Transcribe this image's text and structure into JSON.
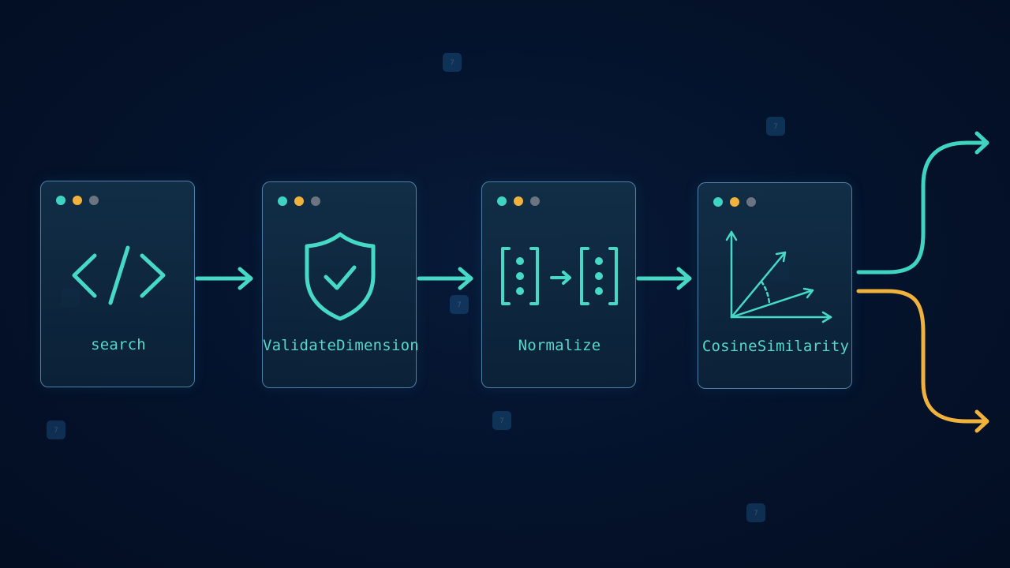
{
  "colors": {
    "accent": "#46d9c6",
    "branch_top": "#3fd4c2",
    "branch_bottom": "#f0b23c",
    "dot_teal": "#3fd4c2",
    "dot_amber": "#f0b23c",
    "dot_gray": "#6b7480",
    "card_border": "#4f7fa8",
    "background": "#04122b"
  },
  "nodes": [
    {
      "id": "search",
      "label": "search",
      "icon": "code-brackets-icon"
    },
    {
      "id": "validate",
      "label": "ValidateDimension",
      "icon": "shield-check-icon"
    },
    {
      "id": "normalize",
      "label": "Normalize",
      "icon": "vector-normalize-icon"
    },
    {
      "id": "cosine",
      "label": "CosineSimilarity",
      "icon": "vector-angle-icon"
    }
  ],
  "edges": [
    {
      "from": "search",
      "to": "validate"
    },
    {
      "from": "validate",
      "to": "normalize"
    },
    {
      "from": "normalize",
      "to": "cosine"
    }
  ],
  "branches": [
    {
      "from": "cosine",
      "color": "#3fd4c2"
    },
    {
      "from": "cosine",
      "color": "#f0b23c"
    }
  ],
  "watermarks": [
    {
      "icon": "watermark-logo-icon"
    },
    {
      "icon": "watermark-logo-icon"
    },
    {
      "icon": "watermark-logo-icon"
    },
    {
      "icon": "watermark-logo-icon"
    },
    {
      "icon": "watermark-logo-icon"
    },
    {
      "icon": "watermark-logo-icon"
    },
    {
      "icon": "watermark-logo-icon"
    },
    {
      "icon": "watermark-logo-icon"
    }
  ]
}
